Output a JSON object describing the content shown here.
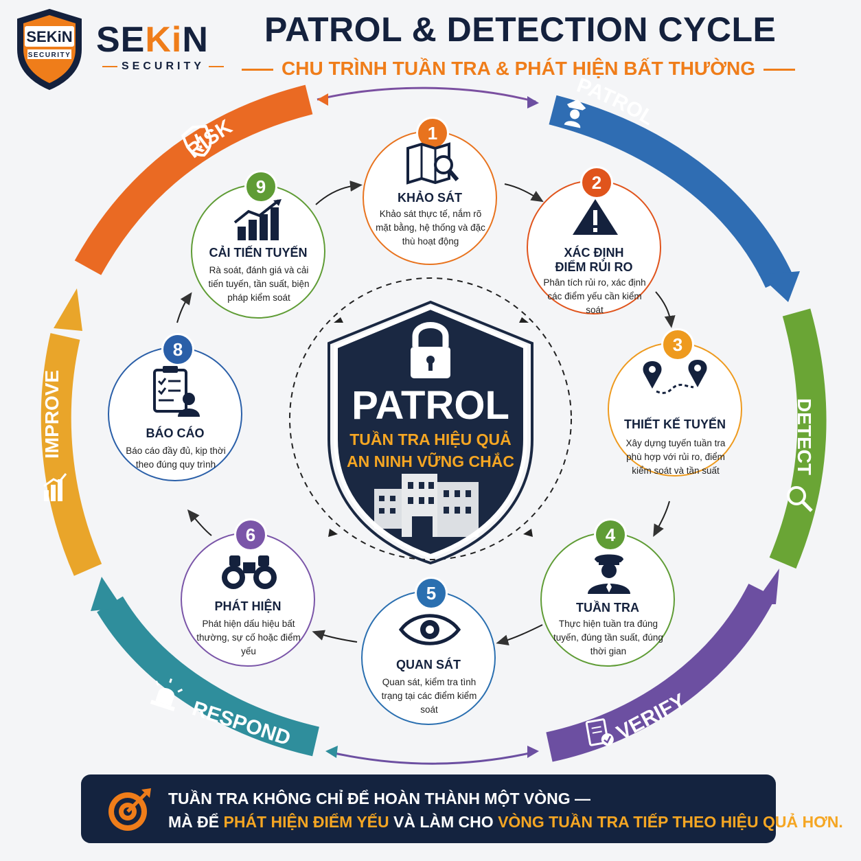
{
  "brand": {
    "logo_top": "SEKiN",
    "logo_bottom": "SECURITY",
    "name_a": "SE",
    "name_b": "Ki",
    "name_c": "N",
    "tagline": "SECURITY"
  },
  "header": {
    "title": "PATROL & DETECTION CYCLE",
    "subtitle": "CHU TRÌNH TUẦN TRA & PHÁT HIỆN BẤT THƯỜNG"
  },
  "outer_ring": [
    {
      "label": "PATROL",
      "color": "#2f6db3"
    },
    {
      "label": "DETECT",
      "color": "#6aa535"
    },
    {
      "label": "VERIFY",
      "color": "#6c4fa1"
    },
    {
      "label": "RESPOND",
      "color": "#2f8e9c"
    },
    {
      "label": "IMPROVE",
      "color": "#e9a52a"
    },
    {
      "label": "RISK",
      "color": "#ea6a23"
    }
  ],
  "center": {
    "title": "PATROL",
    "line1": "TUẦN TRA HIỆU QUẢ",
    "line2": "AN NINH VỮNG CHẮC"
  },
  "steps": [
    {
      "num": "1",
      "title": "KHẢO SÁT",
      "desc": "Khảo sát thực tế, nắm rõ mặt bằng, hệ thống và đặc thù hoạt động",
      "color": "#e8731e",
      "icon": "map-search-icon"
    },
    {
      "num": "2",
      "title1": "XÁC ĐỊNH",
      "title2": "ĐIỂM RỦI RO",
      "desc": "Phân tích rủi ro, xác định các điểm yếu cần kiểm soát",
      "color": "#e0541c",
      "icon": "warning-icon"
    },
    {
      "num": "3",
      "title": "THIẾT KẾ TUYẾN",
      "desc": "Xây dựng tuyến tuần tra phù hợp với rủi ro, điểm kiểm soát và tần suất",
      "color": "#ee9a1e",
      "icon": "route-pins-icon"
    },
    {
      "num": "4",
      "title": "TUẦN TRA",
      "desc": "Thực hiện tuần tra đúng tuyến, đúng tần suất, đúng thời gian",
      "color": "#5f9c35",
      "icon": "guard-icon"
    },
    {
      "num": "5",
      "title": "QUAN SÁT",
      "desc": "Quan sát, kiểm tra tình trạng tại các điểm kiểm soát",
      "color": "#2a6fb0",
      "icon": "eye-icon"
    },
    {
      "num": "6",
      "title": "PHÁT HIỆN",
      "desc": "Phát hiện dấu hiệu bất thường, sự cố hoặc điểm yếu",
      "color": "#7a55a8",
      "icon": "binoculars-icon"
    },
    {
      "num": "8",
      "title": "BÁO CÁO",
      "desc": "Báo cáo đầy đủ, kịp thời theo đúng quy trình",
      "color": "#2a5fa8",
      "icon": "clipboard-report-icon"
    },
    {
      "num": "9",
      "title": "CẢI TIẾN TUYẾN",
      "desc": "Rà soát, đánh giá và cải tiến tuyến, tần suất, biện pháp kiểm soát",
      "color": "#5f9c35",
      "icon": "growth-chart-icon"
    }
  ],
  "banner": {
    "line1": "TUẦN TRA KHÔNG CHỈ ĐỂ HOÀN THÀNH MỘT VÒNG —",
    "l2a": "MÀ ĐỂ ",
    "l2b": "PHÁT HIỆN ĐIỂM YẾU",
    "l2c": " VÀ LÀM CHO ",
    "l2d": "VÒNG TUẦN TRA TIẾP THEO HIỆU QUẢ HƠN."
  },
  "colors": {
    "navy": "#14213d",
    "accent": "#ef7d1a"
  }
}
